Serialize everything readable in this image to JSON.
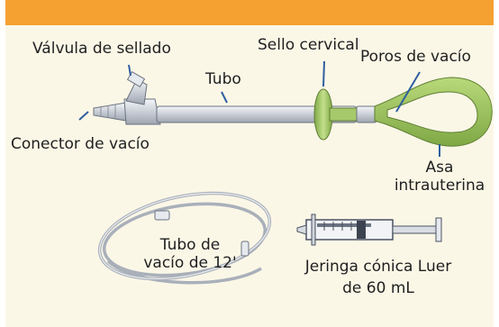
{
  "diagram": {
    "labels": {
      "valvula": "Válvula de sellado",
      "tubo": "Tubo",
      "sello": "Sello cervical",
      "poros": "Poros de vacío",
      "conector": "Conector de vacío",
      "asa_line1": "Asa",
      "asa_line2": "intrauterina",
      "tubo_vacio_line1": "Tubo de",
      "tubo_vacio_line2": "vacío de 12'",
      "jeringa_line1": "Jeringa cónica Luer",
      "jeringa_line2": "de 60 mL"
    },
    "colors": {
      "header": "#f5a132",
      "background": "#fbf7e7",
      "loop_green": "#9cc35a",
      "tube_gray": "#d9dde3",
      "outline": "#5a6270"
    }
  }
}
